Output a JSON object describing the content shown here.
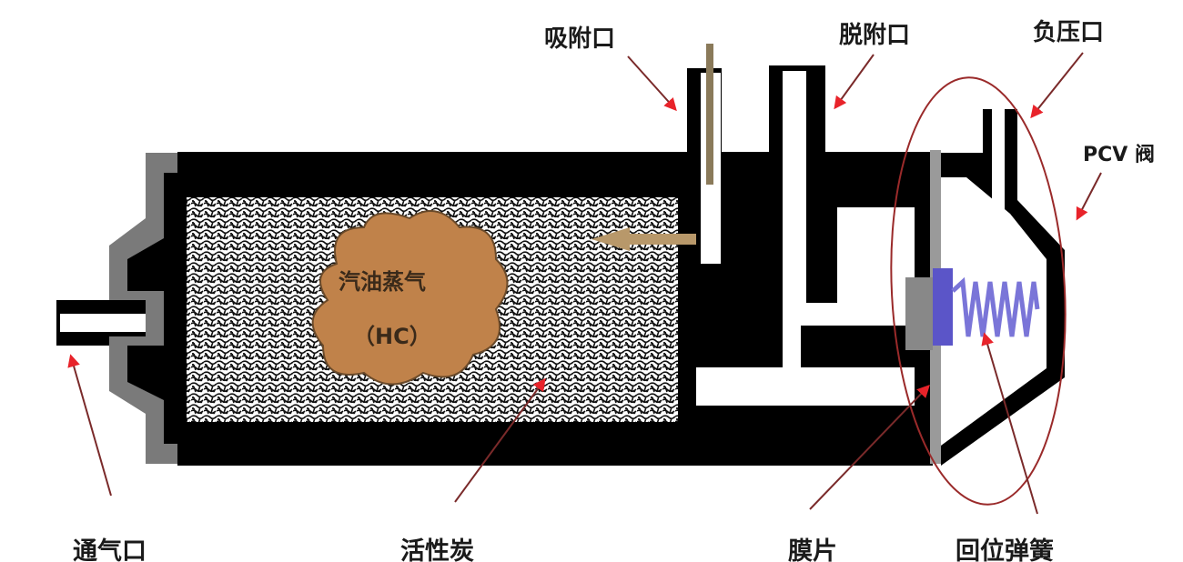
{
  "labels": {
    "adsorption_port": "吸附口",
    "desorption_port": "脱附口",
    "negative_pressure_port": "负压口",
    "pcv_valve": "PCV 阀",
    "vent_port": "通气口",
    "activated_carbon": "活性炭",
    "diaphragm": "膜片",
    "return_spring": "回位弹簧",
    "fuel_vapor": "汽油蒸气",
    "hc": "（HC）"
  },
  "colors": {
    "body": "#000000",
    "end_cap": "#7a7a7a",
    "vapor_cloud": "#c0824a",
    "arrow": "#e8232a",
    "leader": "#7a2a2a",
    "spring": "#5b55c8",
    "ellipse": "#9a2a2a",
    "flow_arrow": "#b8986a"
  }
}
